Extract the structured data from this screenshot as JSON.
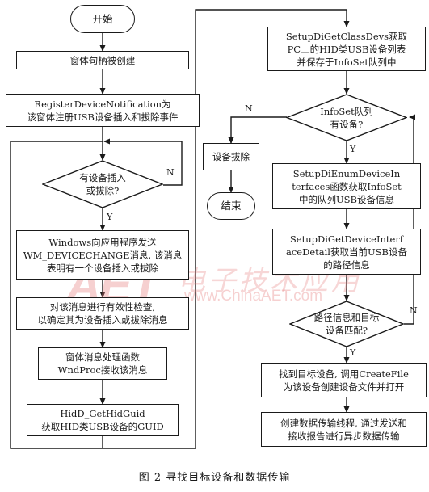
{
  "nodes": {
    "start": "开始",
    "window_created": "窗体句柄被创建",
    "register_notification": "RegisterDeviceNotification为\n该窗体注册USB设备插入和拔除事件",
    "decision_plug": "有设备插入\n或拔除?",
    "windows_send": "Windows向应用程序发送\nWM_DEVICECHANGE消息, 该消息\n表明有一个设备插入或拔除",
    "validity_check": "对该消息进行有效性检查,\n以确定其为设备插入或拔除消息",
    "wndproc": "窗体消息处理函数\nWndProc接收该消息",
    "get_hid_guid": "HidD_GetHidGuid\n获取HID类USB设备的GUID",
    "get_class_devs": "SetupDiGetClassDevs获取\nPC上的HID类USB设备列表\n并保存于InfoSet队列中",
    "decision_queue": "InfoSet队列\n有设备?",
    "enum_interfaces": "SetupDiEnumDeviceIn\nterfaces函数获取InfoSet\n中的队列USB设备信息",
    "get_interface_detail": "SetupDiGetDeviceInterf\naceDetail获取当前USB设备\n的路径信息",
    "decision_match": "路径信息和目标\n设备匹配?",
    "create_file": "找到目标设备, 调用CreateFile\n为该设备创建设备文件并打开",
    "create_thread": "创建数据传输线程, 通过发送和\n接收报告进行异步数据传输",
    "device_removed": "设备拔除",
    "end": "结束"
  },
  "edge_labels": {
    "yes": "Y",
    "no": "N"
  },
  "caption": "图 2   寻找目标设备和数据传输",
  "watermark": {
    "logo": "AET",
    "chinese": "电子技术应用",
    "url": "www.ChinaAET.com"
  }
}
